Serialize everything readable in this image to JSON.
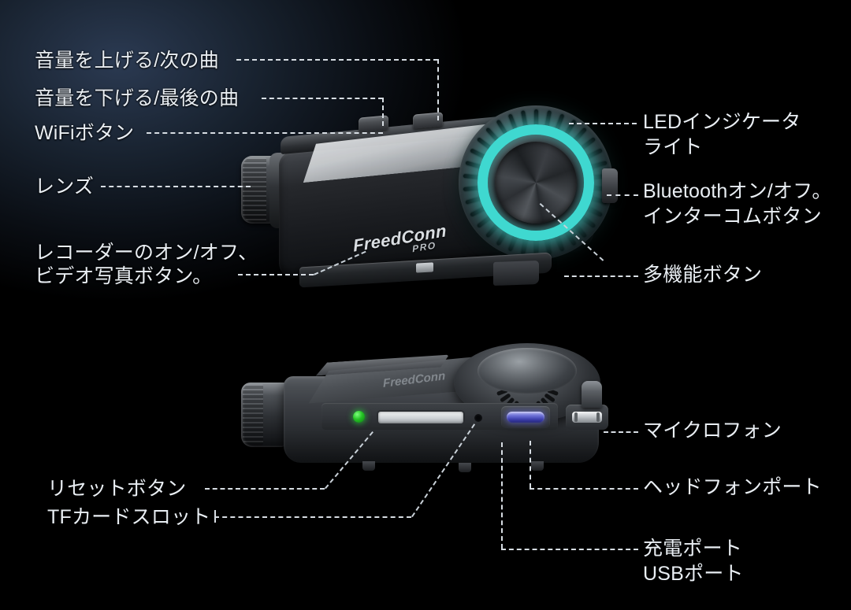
{
  "diagram": {
    "title": "FreedConn PRO motorcycle camera intercom — labeled part diagram",
    "brand": "FreedConn",
    "brand_sub": "PRO",
    "accent_color": "#3fd8d0",
    "led_color": "#24c424",
    "usb_color": "#6f72d8"
  },
  "top_view": {
    "callouts_left": [
      {
        "id": "volume-up",
        "label": "音量を上げる/次の曲"
      },
      {
        "id": "volume-down",
        "label": "音量を下げる/最後の曲"
      },
      {
        "id": "wifi",
        "label": "WiFiボタン"
      },
      {
        "id": "lens",
        "label": "レンズ"
      },
      {
        "id": "recorder",
        "label": "レコーダーのオン/オフ、"
      },
      {
        "id": "recorder-2",
        "label": "ビデオ写真ボタン。"
      }
    ],
    "callouts_right": [
      {
        "id": "led-indicator",
        "label": "LEDインジケータ"
      },
      {
        "id": "led-indicator-2",
        "label": "ライト"
      },
      {
        "id": "bluetooth",
        "label": "Bluetoothオン/オフ。"
      },
      {
        "id": "intercom",
        "label": "インターコムボタン"
      },
      {
        "id": "multifunction",
        "label": "多機能ボタン"
      }
    ]
  },
  "bottom_view": {
    "callouts_left": [
      {
        "id": "reset",
        "label": "リセットボタン"
      },
      {
        "id": "tf-slot",
        "label": "TFカードスロット"
      }
    ],
    "callouts_right": [
      {
        "id": "microphone",
        "label": "マイクロフォン"
      },
      {
        "id": "headphone-port",
        "label": "ヘッドフォンポート"
      },
      {
        "id": "charging-port",
        "label": "充電ポート"
      },
      {
        "id": "usb-port",
        "label": "USBポート"
      }
    ]
  }
}
